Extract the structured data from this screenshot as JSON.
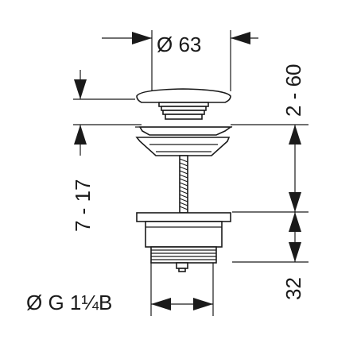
{
  "drawing": {
    "dimensions": {
      "cap_diameter": "Ø 63",
      "cap_lift": "2 - 60",
      "stem_range": "7 - 17",
      "body_height": "32",
      "thread": "Ø G 1¼B"
    }
  }
}
